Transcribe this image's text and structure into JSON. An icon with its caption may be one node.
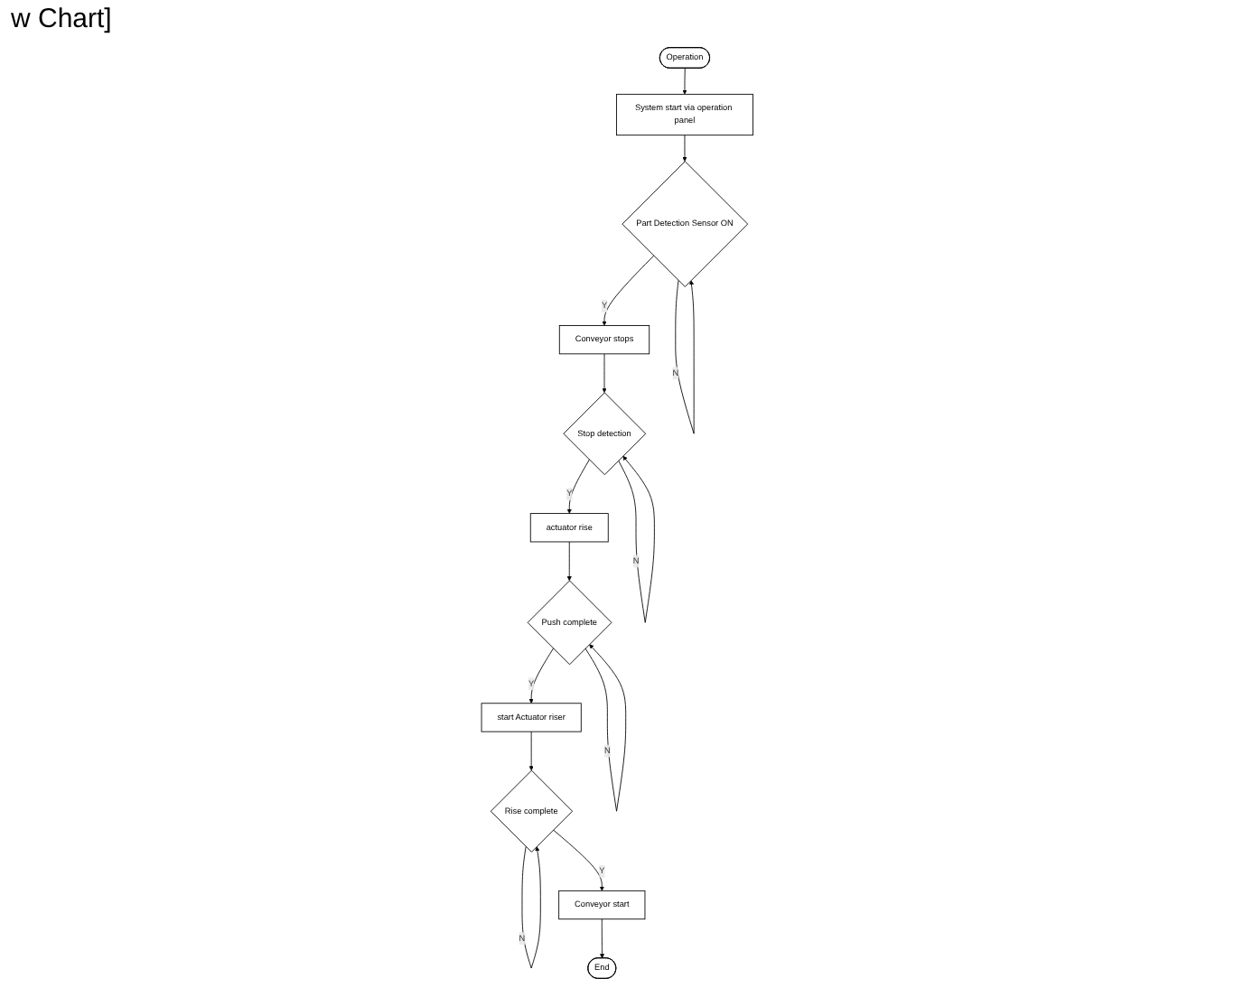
{
  "diagram": {
    "title": "w Chart]",
    "nodes": [
      {
        "text": [
          "Operation"
        ]
      },
      {
        "text": [
          "System start via operation panel"
        ]
      },
      {
        "text": [
          "Part Detection Sensor ON"
        ]
      },
      {
        "text": [
          "Conveyor stops"
        ]
      },
      {
        "text": [
          "Stop detection"
        ]
      },
      {
        "text": [
          "actuator rise"
        ]
      },
      {
        "text": [
          "Push complete"
        ]
      },
      {
        "text": [
          "start Actuator riser"
        ]
      },
      {
        "text": [
          "Rise complete"
        ]
      },
      {
        "text": [
          "Conveyor start"
        ]
      },
      {
        "text": [
          "End"
        ]
      }
    ],
    "edges": [
      {
        "from": 0,
        "to": 1,
        "arrow": "to"
      },
      {
        "from": 1,
        "to": 2,
        "arrow": "to"
      },
      {
        "from": 2,
        "to": 2,
        "arrow": "to",
        "label": "N"
      },
      {
        "from": 2,
        "to": 3,
        "arrow": "to",
        "label": "Y"
      },
      {
        "from": 3,
        "to": 4,
        "arrow": "to"
      },
      {
        "from": 4,
        "to": 4,
        "arrow": "to",
        "label": "N"
      },
      {
        "from": 4,
        "to": 5,
        "arrow": "to",
        "label": "Y"
      },
      {
        "from": 5,
        "to": 6,
        "arrow": "to"
      },
      {
        "from": 6,
        "to": 6,
        "arrow": "to",
        "label": "N"
      },
      {
        "from": 6,
        "to": 7,
        "arrow": "to",
        "label": "Y"
      },
      {
        "from": 7,
        "to": 8,
        "arrow": "to"
      },
      {
        "from": 8,
        "to": 8,
        "arrow": "to",
        "label": "N"
      },
      {
        "from": 8,
        "to": 9,
        "arrow": "to",
        "label": "Y"
      },
      {
        "from": 9,
        "to": 10,
        "arrow": "to"
      }
    ]
  }
}
